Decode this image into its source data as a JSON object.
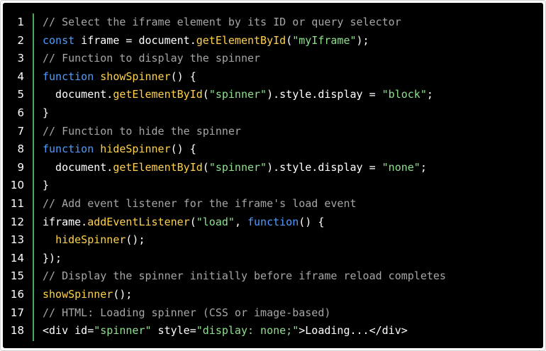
{
  "editor": {
    "colors": {
      "background": "#000000",
      "gutter_bar": "#4ea85a",
      "comment": "#a6a6a6",
      "keyword": "#4f9cff",
      "function": "#ffd24a",
      "string": "#8fe08f",
      "plain": "#ffffff"
    },
    "lines": [
      {
        "number": "1",
        "tokens": [
          {
            "t": "comment",
            "v": "// Select the iframe element by its ID or query selector"
          }
        ]
      },
      {
        "number": "2",
        "tokens": [
          {
            "t": "keyword",
            "v": "const"
          },
          {
            "t": "plain",
            "v": " iframe = document."
          },
          {
            "t": "function",
            "v": "getElementById"
          },
          {
            "t": "plain",
            "v": "("
          },
          {
            "t": "string",
            "v": "\"myIframe\""
          },
          {
            "t": "plain",
            "v": ");"
          }
        ]
      },
      {
        "number": "3",
        "tokens": [
          {
            "t": "comment",
            "v": "// Function to display the spinner"
          }
        ]
      },
      {
        "number": "4",
        "tokens": [
          {
            "t": "keyword",
            "v": "function"
          },
          {
            "t": "plain",
            "v": " "
          },
          {
            "t": "function",
            "v": "showSpinner"
          },
          {
            "t": "plain",
            "v": "() {"
          }
        ]
      },
      {
        "number": "5",
        "tokens": [
          {
            "t": "plain",
            "v": "  document."
          },
          {
            "t": "function",
            "v": "getElementById"
          },
          {
            "t": "plain",
            "v": "("
          },
          {
            "t": "string",
            "v": "\"spinner\""
          },
          {
            "t": "plain",
            "v": ").style.display = "
          },
          {
            "t": "string",
            "v": "\"block\""
          },
          {
            "t": "plain",
            "v": ";"
          }
        ]
      },
      {
        "number": "6",
        "tokens": [
          {
            "t": "plain",
            "v": "}"
          }
        ]
      },
      {
        "number": "7",
        "tokens": [
          {
            "t": "comment",
            "v": "// Function to hide the spinner"
          }
        ]
      },
      {
        "number": "8",
        "tokens": [
          {
            "t": "keyword",
            "v": "function"
          },
          {
            "t": "plain",
            "v": " "
          },
          {
            "t": "function",
            "v": "hideSpinner"
          },
          {
            "t": "plain",
            "v": "() {"
          }
        ]
      },
      {
        "number": "9",
        "tokens": [
          {
            "t": "plain",
            "v": "  document."
          },
          {
            "t": "function",
            "v": "getElementById"
          },
          {
            "t": "plain",
            "v": "("
          },
          {
            "t": "string",
            "v": "\"spinner\""
          },
          {
            "t": "plain",
            "v": ").style.display = "
          },
          {
            "t": "string",
            "v": "\"none\""
          },
          {
            "t": "plain",
            "v": ";"
          }
        ]
      },
      {
        "number": "10",
        "tokens": [
          {
            "t": "plain",
            "v": "}"
          }
        ]
      },
      {
        "number": "11",
        "tokens": [
          {
            "t": "comment",
            "v": "// Add event listener for the iframe's load event"
          }
        ]
      },
      {
        "number": "12",
        "tokens": [
          {
            "t": "plain",
            "v": "iframe."
          },
          {
            "t": "function",
            "v": "addEventListener"
          },
          {
            "t": "plain",
            "v": "("
          },
          {
            "t": "string",
            "v": "\"load\""
          },
          {
            "t": "plain",
            "v": ", "
          },
          {
            "t": "keyword",
            "v": "function"
          },
          {
            "t": "plain",
            "v": "() {"
          }
        ]
      },
      {
        "number": "13",
        "tokens": [
          {
            "t": "plain",
            "v": "  "
          },
          {
            "t": "function",
            "v": "hideSpinner"
          },
          {
            "t": "plain",
            "v": "();"
          }
        ]
      },
      {
        "number": "14",
        "tokens": [
          {
            "t": "plain",
            "v": "});"
          }
        ]
      },
      {
        "number": "15",
        "tokens": [
          {
            "t": "comment",
            "v": "// Display the spinner initially before iframe reload completes"
          }
        ]
      },
      {
        "number": "16",
        "tokens": [
          {
            "t": "function",
            "v": "showSpinner"
          },
          {
            "t": "plain",
            "v": "();"
          }
        ]
      },
      {
        "number": "17",
        "tokens": [
          {
            "t": "comment",
            "v": "// HTML: Loading spinner (CSS or image-based)"
          }
        ]
      },
      {
        "number": "18",
        "tokens": [
          {
            "t": "plain",
            "v": "<div id="
          },
          {
            "t": "string",
            "v": "\"spinner\""
          },
          {
            "t": "plain",
            "v": " style="
          },
          {
            "t": "string",
            "v": "\"display: none;\""
          },
          {
            "t": "plain",
            "v": ">Loading...</div>"
          }
        ]
      }
    ]
  }
}
